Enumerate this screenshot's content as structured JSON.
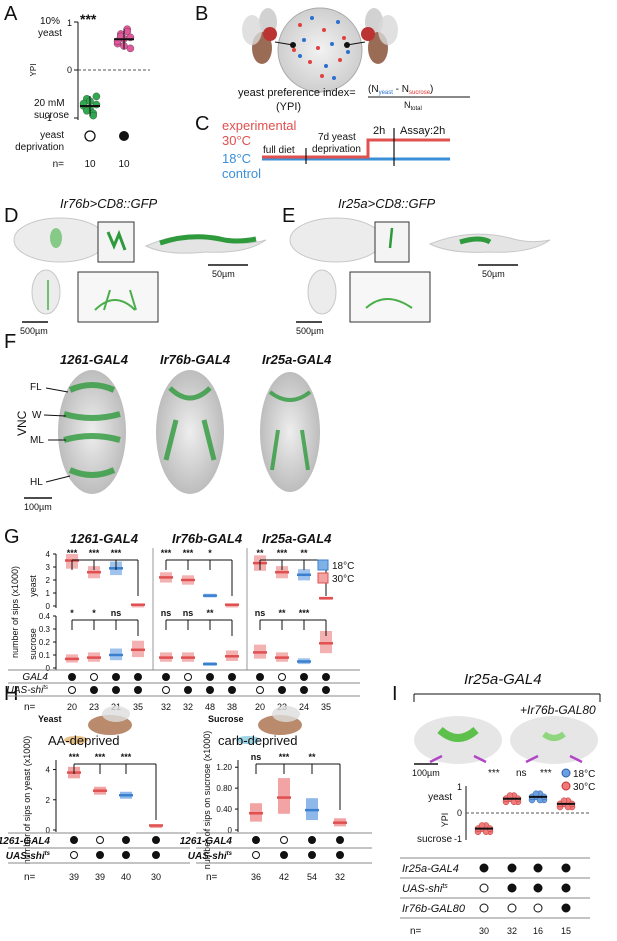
{
  "panels": {
    "A": "A",
    "B": "B",
    "C": "C",
    "D": "D",
    "E": "E",
    "F": "F",
    "G": "G",
    "H": "H",
    "I": "I"
  },
  "A": {
    "top_label": "10%",
    "top_label2": "yeast",
    "bottom_label": "20 mM",
    "bottom_label2": "sucrose",
    "ylabel": "YPI",
    "tick_top": "1",
    "tick_mid": "0",
    "tick_bot": "-1",
    "sig": "***",
    "row_label": "yeast",
    "row_label2": "deprivation",
    "n_label": "n=",
    "n": [
      "10",
      "10"
    ],
    "chart_data": {
      "type": "scatter",
      "ylabel": "YPI",
      "ylim": [
        -1,
        1
      ],
      "series": [
        {
          "values": [
            -0.75,
            -0.6,
            -0.8,
            -0.9,
            -0.55,
            -0.7,
            -0.85,
            -0.65,
            -0.95,
            -0.72
          ],
          "mean": -0.75
        },
        {
          "values": [
            0.55,
            0.75,
            0.65,
            0.85,
            0.45,
            0.6,
            0.7,
            0.5,
            0.8,
            0.68
          ],
          "mean": 0.64
        }
      ],
      "colors": [
        "#2fa84f",
        "#e0589b"
      ]
    }
  },
  "B": {
    "formula_label": "yeast preference index=",
    "ypi": "(YPI)",
    "num_a": "(N",
    "num_yeast": "yeast",
    "num_minus": " - N",
    "num_sucrose": "sucrose",
    "num_close": ")",
    "den": "N",
    "den_sub": "total"
  },
  "C": {
    "experimental": "experimental",
    "t30": "30°C",
    "t18": "18°C",
    "control": "control",
    "full_diet": "full diet",
    "dep1": "7d yeast",
    "dep2": "deprivation",
    "h2": "2h",
    "assay": "Assay:2h"
  },
  "D": {
    "title": "Ir76b>CD8::GFP",
    "scale1": "50µm",
    "scale2": "500µm"
  },
  "E": {
    "title": "Ir25a>CD8::GFP",
    "scale1": "50µm",
    "scale2": "500µm"
  },
  "F": {
    "titles": [
      "1261-GAL4",
      "Ir76b-GAL4",
      "Ir25a-GAL4"
    ],
    "labels": [
      "FL",
      "W",
      "ML",
      "HL"
    ],
    "vnc": "VNC",
    "scale": "100µm"
  },
  "G": {
    "titles": [
      "1261-GAL4",
      "Ir76b-GAL4",
      "Ir25a-GAL4"
    ],
    "ylabel": "number of sips (x1000)",
    "yeast": "yeast",
    "sucrose": "sucrose",
    "yeast_ticks": [
      "4",
      "3",
      "2",
      "1",
      "0"
    ],
    "sucrose_ticks": [
      "0.4",
      "0.3",
      "0.2",
      "0.1",
      "0"
    ],
    "legend": [
      "18°C",
      "30°C"
    ],
    "sig_yeast": [
      [
        "***",
        "***",
        "***"
      ],
      [
        "***",
        "***",
        "*"
      ],
      [
        "**",
        "***",
        "**"
      ]
    ],
    "sig_sucrose": [
      [
        "*",
        "*",
        "ns"
      ],
      [
        "ns",
        "ns",
        "**"
      ],
      [
        "ns",
        "**",
        "***"
      ]
    ],
    "row_gal4": "GAL4",
    "row_shi": "UAS-shi",
    "sup": "ts",
    "n_label": "n=",
    "n": [
      [
        "20",
        "23",
        "21",
        "35"
      ],
      [
        "32",
        "32",
        "48",
        "38"
      ],
      [
        "20",
        "23",
        "24",
        "35"
      ]
    ],
    "chart_data": {
      "type": "bar",
      "groups": [
        "1261-GAL4",
        "Ir76b-GAL4",
        "Ir25a-GAL4"
      ],
      "yeast": [
        [
          3.5,
          2.6,
          2.9,
          0.1
        ],
        [
          2.2,
          2.0,
          0.8,
          0.1
        ],
        [
          3.3,
          2.6,
          2.4,
          0.6
        ]
      ],
      "sucrose": [
        [
          0.07,
          0.08,
          0.1,
          0.14
        ],
        [
          0.08,
          0.08,
          0.03,
          0.09
        ],
        [
          0.12,
          0.08,
          0.05,
          0.19
        ]
      ],
      "temps": [
        [
          "30",
          "30",
          "18",
          "30"
        ],
        [
          "30",
          "30",
          "18",
          "30"
        ],
        [
          "30",
          "30",
          "18",
          "30"
        ]
      ]
    }
  },
  "H": {
    "yeast_icon": "Yeast",
    "aa": "AA-deprived",
    "sucrose_icon": "Sucrose",
    "carb": "carb-deprived",
    "ylabel1": "number of sips on yeast (x1000)",
    "ylabel2": "number of sips on sucrose (x1000)",
    "ticks1": [
      "4",
      "2",
      "0"
    ],
    "ticks2": [
      "1.20",
      "0.80",
      "0.40",
      "0"
    ],
    "sig1": [
      "***",
      "***",
      "***"
    ],
    "sig2": [
      "ns",
      "***",
      "**"
    ],
    "row_gal4": "1261-GAL4",
    "row_shi": "UAS-shi",
    "sup": "ts",
    "n_label": "n=",
    "n1": [
      "39",
      "39",
      "40",
      "30"
    ],
    "n2": [
      "36",
      "42",
      "54",
      "32"
    ],
    "chart_data": {
      "type": "bar",
      "yeast": [
        3.8,
        2.6,
        2.3,
        0.3
      ],
      "sucrose": [
        0.32,
        0.62,
        0.38,
        0.14
      ]
    }
  },
  "I": {
    "title": "Ir25a-GAL4",
    "sub": "+Ir76b-GAL80",
    "scale": "100µm",
    "ylabel": "YPI",
    "yeast": "yeast",
    "sucrose": "sucrose",
    "tick_top": "1",
    "tick_mid": "0",
    "tick_bot": "-1",
    "sig": [
      "***",
      "ns",
      "***"
    ],
    "legend": [
      "18°C",
      "30°C"
    ],
    "rows": [
      "Ir25a-GAL4",
      "UAS-shi",
      "Ir76b-GAL80"
    ],
    "sup": "ts",
    "n_label": "n=",
    "n": [
      "30",
      "32",
      "16",
      "15"
    ],
    "chart_data": {
      "type": "scatter",
      "means": [
        -0.6,
        0.55,
        0.62,
        0.35
      ]
    }
  }
}
